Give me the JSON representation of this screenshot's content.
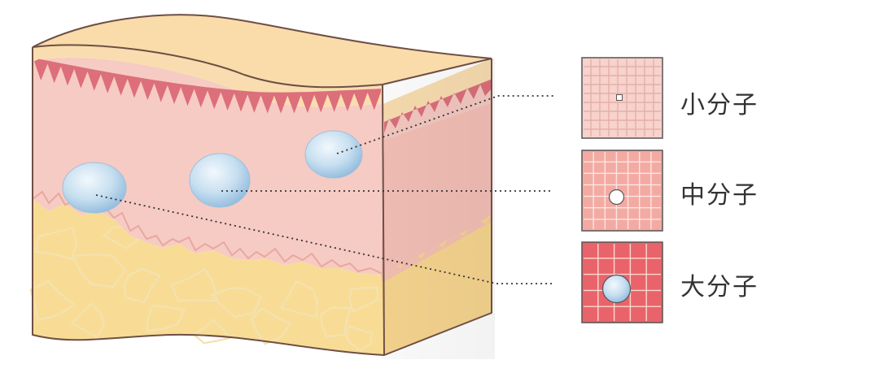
{
  "legend": {
    "items": [
      {
        "label": "小分子",
        "fill": "#f8d2cc",
        "line": "#e4b0aa",
        "grid": 9,
        "particle": "small"
      },
      {
        "label": "中分子",
        "fill": "#f3aaa3",
        "line": "#fbe6e1",
        "grid": 7,
        "particle": "medium"
      },
      {
        "label": "大分子",
        "fill": "#e9646a",
        "line": "#fad9d3",
        "grid": 5,
        "particle": "large"
      }
    ]
  },
  "colors": {
    "epidermis_top": "#f9ddb0",
    "dermis": "#f6cbc3",
    "dermis_ridge": "#dc6f7a",
    "subcutis": "#f8dc96",
    "subcutis_cell_line": "#f6e7bb",
    "outline": "#6e4f45",
    "molecule": "#bcd8ec",
    "molecule_edge": "#8db6d8",
    "pointer_line": "#333333"
  }
}
